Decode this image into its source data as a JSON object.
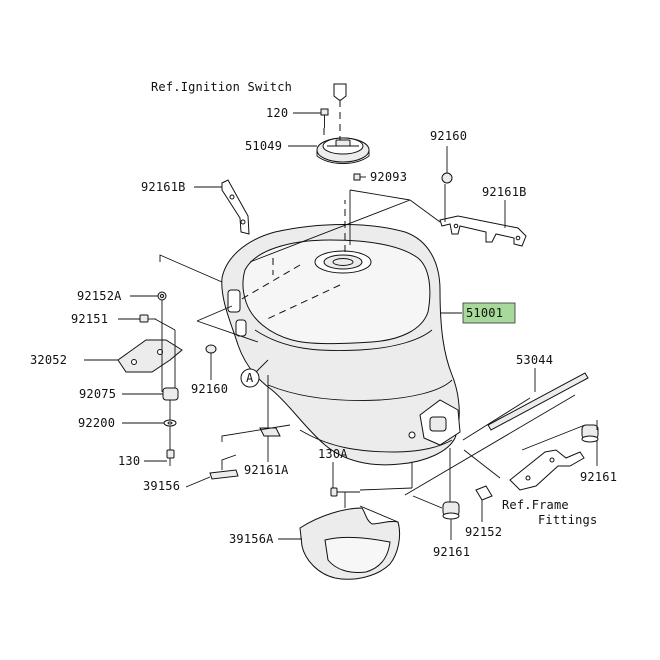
{
  "highlight_color": "#a6d99a",
  "labels": {
    "ref_ignition": "Ref.Ignition Switch",
    "p120": "120",
    "p51049": "51049",
    "p92160_top": "92160",
    "p92093": "92093",
    "p92161B_left": "92161B",
    "p92161B_right": "92161B",
    "p92152A": "92152A",
    "p92151": "92151",
    "p51001": "51001",
    "p32052": "32052",
    "p53044": "53044",
    "p92075": "92075",
    "p92160_mid": "92160",
    "p92200": "92200",
    "p130": "130",
    "p130A": "130A",
    "p39156": "39156",
    "p92161A": "92161A",
    "p92161_right": "92161",
    "ref_frame_1": "Ref.Frame",
    "ref_frame_2": "Fittings",
    "p92152": "92152",
    "p39156A": "39156A",
    "p92161_bottom": "92161",
    "callout_A": "A"
  }
}
